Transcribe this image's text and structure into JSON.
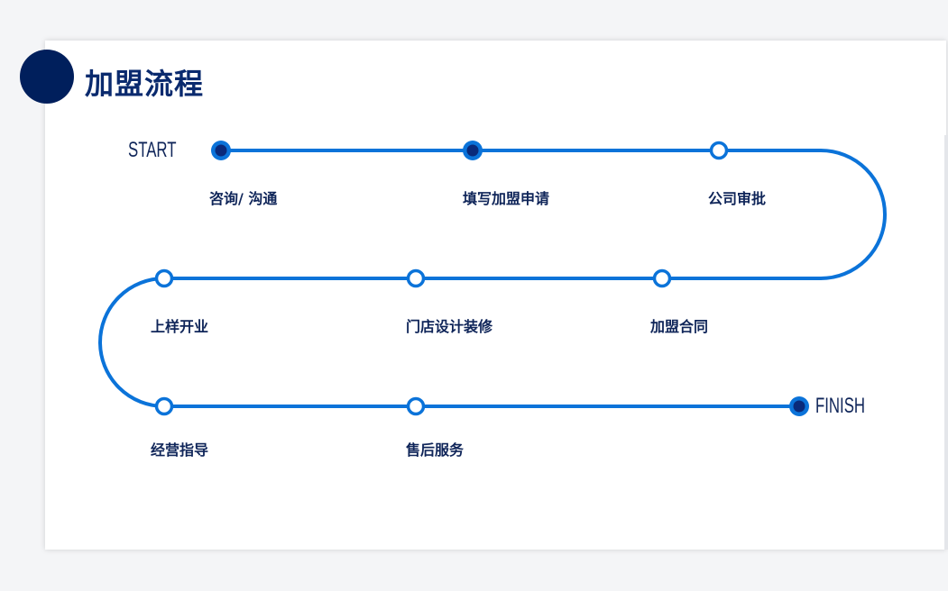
{
  "title": "加盟流程",
  "start_label": "START",
  "finish_label": "FINISH",
  "colors": {
    "accent": "#0b73d9",
    "dark": "#0a2a7a",
    "title_dot": "#001f5c"
  },
  "steps": [
    {
      "label": "咨询/ 沟通",
      "state": "filled"
    },
    {
      "label": "填写加盟申请",
      "state": "filled"
    },
    {
      "label": "公司审批",
      "state": "hollow"
    },
    {
      "label": "加盟合同",
      "state": "hollow"
    },
    {
      "label": "门店设计装修",
      "state": "hollow"
    },
    {
      "label": "上样开业",
      "state": "hollow"
    },
    {
      "label": "经营指导",
      "state": "hollow"
    },
    {
      "label": "售后服务",
      "state": "hollow"
    },
    {
      "label": "",
      "state": "filled"
    }
  ]
}
